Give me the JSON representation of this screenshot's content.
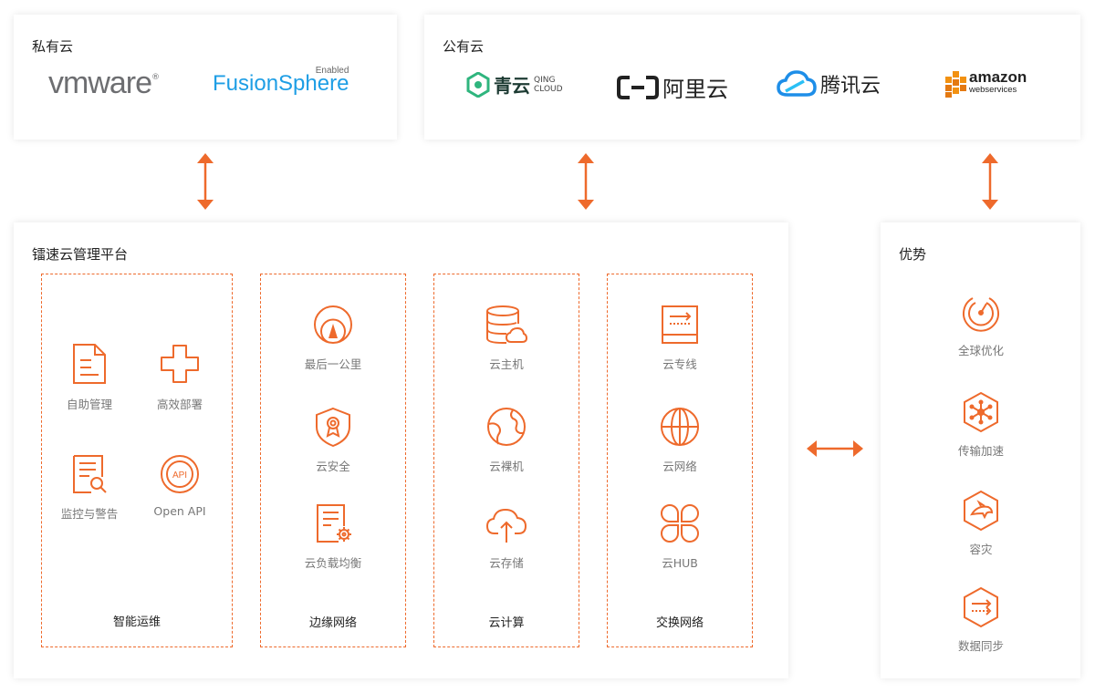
{
  "accent_color": "#ee6a2c",
  "private_cloud": {
    "title": "私有云",
    "logos": [
      {
        "name": "vmware-logo",
        "text": "vmware"
      },
      {
        "name": "fusionsphere-logo",
        "text": "FusionSphere",
        "sup": "Enabled"
      }
    ]
  },
  "public_cloud": {
    "title": "公有云",
    "logos": [
      {
        "name": "qingcloud-logo",
        "text": "青云",
        "sub1": "QING",
        "sub2": "CLOUD"
      },
      {
        "name": "aliyun-logo",
        "text": "阿里云"
      },
      {
        "name": "tencent-cloud-logo",
        "text": "腾讯云"
      },
      {
        "name": "aws-logo",
        "text": "amazon",
        "sub": "webservices"
      }
    ]
  },
  "platform": {
    "title": "镭速云管理平台",
    "groups": [
      {
        "caption": "智能运维",
        "items": [
          {
            "label": "自助管理",
            "icon": "document-icon"
          },
          {
            "label": "高效部署",
            "icon": "cross-icon"
          },
          {
            "label": "监控与警告",
            "icon": "search-document-icon"
          },
          {
            "label": "Open API",
            "icon": "api-icon",
            "icon_text": "API"
          }
        ]
      },
      {
        "caption": "边缘网络",
        "items": [
          {
            "label": "最后一公里",
            "icon": "location-icon"
          },
          {
            "label": "云安全",
            "icon": "shield-icon"
          },
          {
            "label": "云负载均衡",
            "icon": "settings-document-icon"
          }
        ]
      },
      {
        "caption": "云计算",
        "items": [
          {
            "label": "云主机",
            "icon": "database-cloud-icon"
          },
          {
            "label": "云裸机",
            "icon": "globe-map-icon"
          },
          {
            "label": "云存储",
            "icon": "cloud-upload-icon"
          }
        ]
      },
      {
        "caption": "交换网络",
        "items": [
          {
            "label": "云专线",
            "icon": "dedicated-line-icon"
          },
          {
            "label": "云网络",
            "icon": "globe-icon"
          },
          {
            "label": "云HUB",
            "icon": "clover-icon"
          }
        ]
      }
    ]
  },
  "advantages": {
    "title": "优势",
    "items": [
      {
        "label": "全球优化",
        "icon": "gauge-icon"
      },
      {
        "label": "传输加速",
        "icon": "hexagon-network-icon"
      },
      {
        "label": "容灾",
        "icon": "hexagon-dolphin-icon"
      },
      {
        "label": "数据同步",
        "icon": "hexagon-sync-icon"
      }
    ]
  }
}
